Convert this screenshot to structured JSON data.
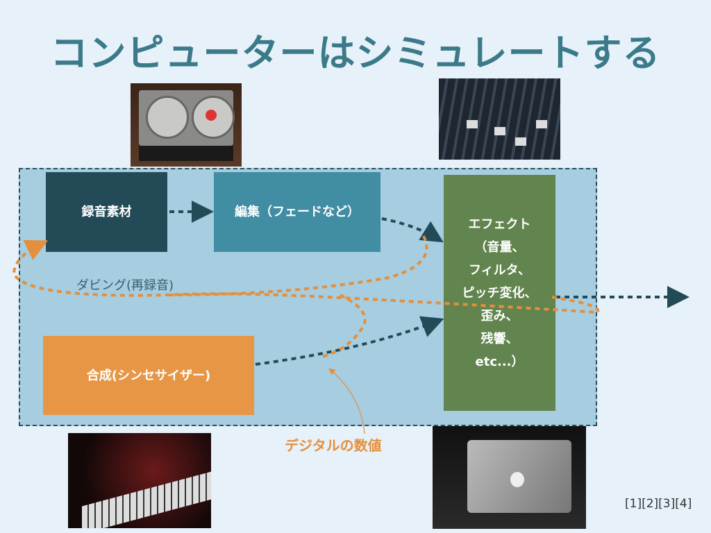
{
  "title": "コンピューターはシミュレートする",
  "boxes": {
    "recording": "録音素材",
    "editing": "編集（フェードなど）",
    "effects": "エフェクト\n（音量、\nフィルタ、\nピッチ変化、\n歪み、\n残響、\netc...）",
    "synthesis": "合成(シンセサイザー)"
  },
  "labels": {
    "dubbing": "ダビング(再録音)",
    "digital": "デジタルの数値",
    "citations": "[1][2][3][4]"
  },
  "colors": {
    "title": "#3b7a89",
    "recording": "#224a57",
    "editing": "#418da3",
    "effects": "#62844f",
    "synthesis": "#e79645",
    "accent": "#e48f3c"
  }
}
